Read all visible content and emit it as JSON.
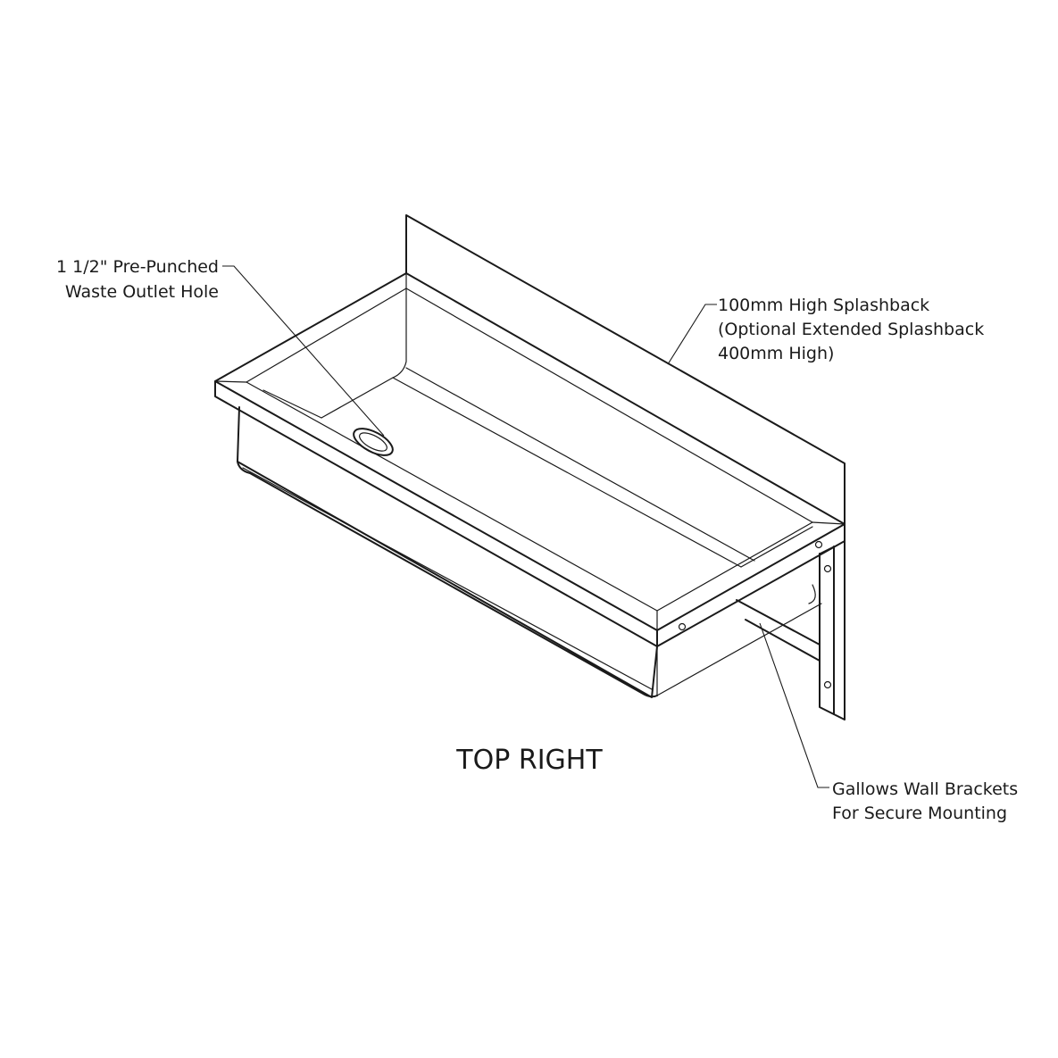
{
  "view_title": "TOP RIGHT",
  "callouts": {
    "waste_outlet": {
      "line1": "1 1/2\" Pre-Punched",
      "line2": "Waste Outlet Hole"
    },
    "splashback": {
      "line1": "100mm High Splashback",
      "line2": "(Optional Extended Splashback",
      "line3": "400mm High)"
    },
    "brackets": {
      "line1": "Gallows Wall Brackets",
      "line2": "For Secure Mounting"
    }
  }
}
